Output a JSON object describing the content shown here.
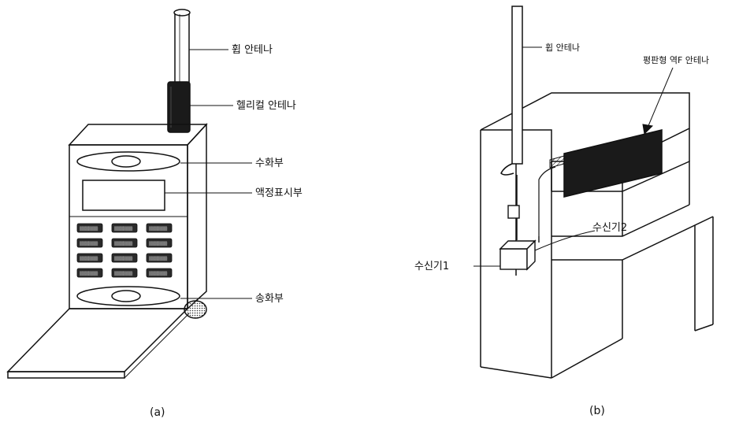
{
  "figure_a": {
    "labels": {
      "whip_antenna": "휩 안테나",
      "helical_antenna": "헬리컬 안테나",
      "earpiece": "수화부",
      "lcd": "액정표시부",
      "mouthpiece": "송화부"
    },
    "caption": "(a)",
    "keypad": {
      "key_text": "▒▒▒▒▒▒",
      "rows": 4,
      "cols": 3
    }
  },
  "figure_b": {
    "labels": {
      "whip_antenna": "휩 안테나",
      "pifa_antenna": "평판형 역F 안테나",
      "receiver2": "수신기2",
      "receiver1": "수신기1"
    },
    "caption": "(b)"
  },
  "colors": {
    "line": "#111111",
    "fill_dark": "#1a1a1a",
    "background": "#ffffff"
  }
}
